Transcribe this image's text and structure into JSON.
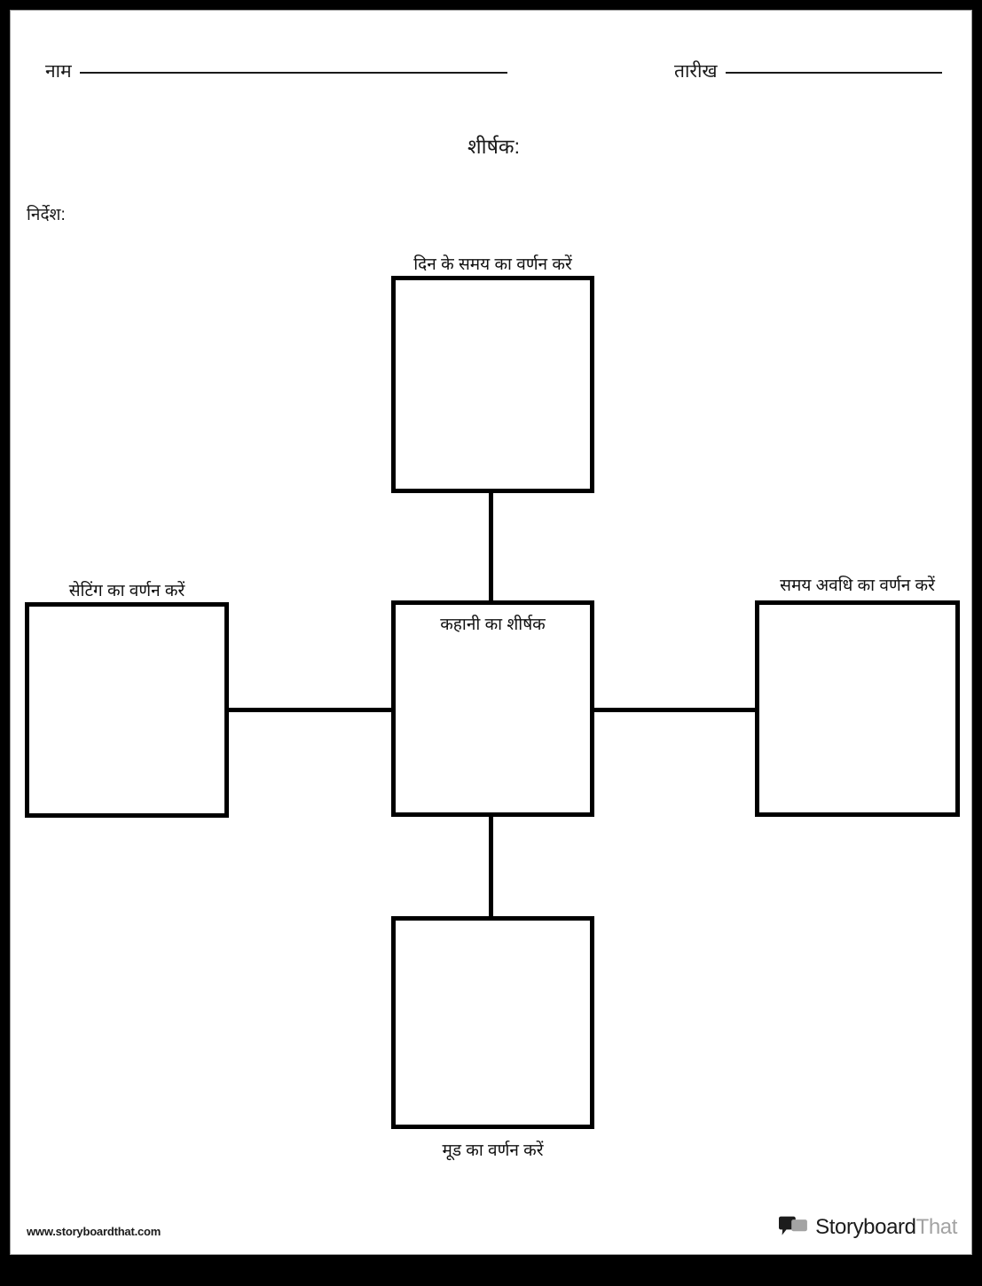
{
  "page": {
    "frame_color": "#000000",
    "sheet_color": "#ffffff",
    "ink_color": "#000000"
  },
  "header": {
    "name_label": "नाम",
    "date_label": "तारीख",
    "title_label": "शीर्षक:",
    "instructions_label": "निर्देश:"
  },
  "diagram": {
    "type": "spider-web-graphic-organizer",
    "center": {
      "label": "कहानी का शीर्षक",
      "value": ""
    },
    "nodes": [
      {
        "position": "top",
        "label": "दिन के समय का वर्णन करें",
        "value": ""
      },
      {
        "position": "left",
        "label": "सेटिंग का वर्णन करें",
        "value": ""
      },
      {
        "position": "right",
        "label": "समय अवधि का वर्णन करें",
        "value": ""
      },
      {
        "position": "bottom",
        "label": "मूड का वर्णन करें",
        "value": ""
      }
    ]
  },
  "footer": {
    "url": "www.storyboardthat.com",
    "brand_primary": "Storyboard",
    "brand_secondary": "That",
    "brand_icon": "speech-bubbles-icon",
    "brand_primary_color": "#1c1c1c",
    "brand_secondary_color": "#a3a3a3"
  }
}
